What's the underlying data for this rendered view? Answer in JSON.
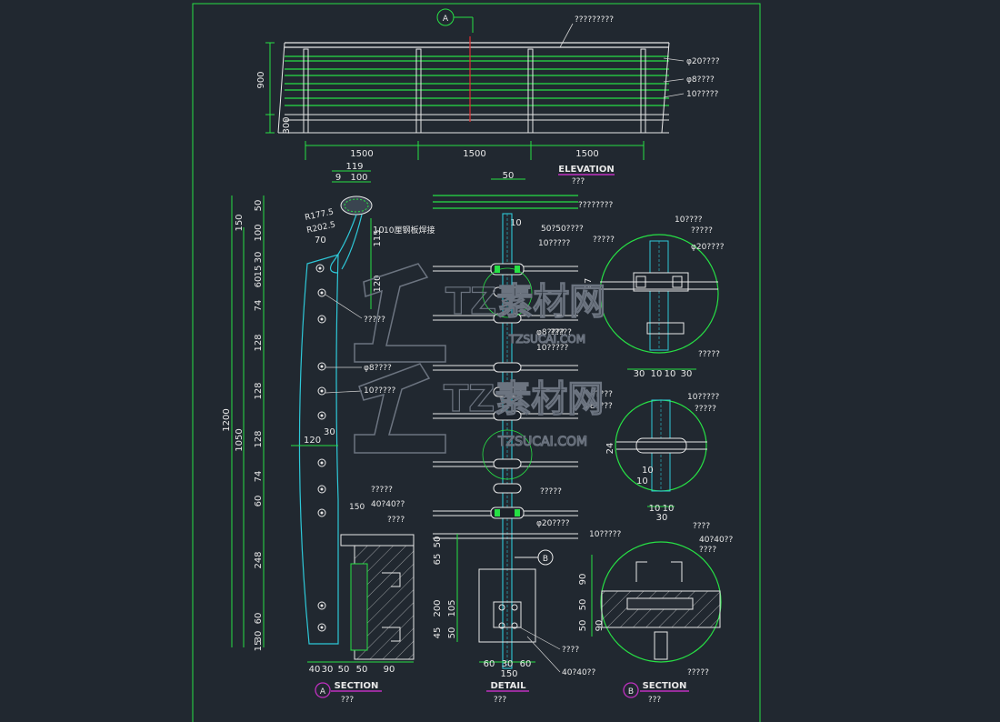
{
  "elevation": {
    "mark": "A",
    "callout_top": "?????????",
    "callout_pipe_20": "φ20????",
    "callout_pipe_8": "φ8????",
    "callout_bar_10": "10?????",
    "dim_900": "900",
    "dim_300": "300",
    "spans": [
      "1500",
      "1500",
      "1500"
    ],
    "title": "ELEVATION",
    "subtitle": "???"
  },
  "section_a": {
    "dim_119": "119",
    "dim_9": "9",
    "dim_100": "100",
    "r1": "R177.5",
    "r2": "R202.5",
    "dim_70": "70",
    "dim_10": "10",
    "note_10": "10厘钢板焊接",
    "dim_115": "115",
    "dim_120v": "120",
    "dim_30": "30",
    "dim_120h": "120",
    "dim_150": "150",
    "left_dims": [
      "150",
      "50",
      "100",
      "30",
      "15",
      "60",
      "74",
      "128",
      "128",
      "128",
      "74",
      "60",
      "248",
      "60",
      "30",
      "15"
    ],
    "total_1200": "1200",
    "total_1050": "1050",
    "bottom_dims": [
      "40",
      "30",
      "50",
      "50",
      "90"
    ],
    "call_post": "?????",
    "call_phi8": "φ8????",
    "call_bar10": "10?????",
    "call_bolt": "?????",
    "call_angle": "40?40??",
    "call_plate": "????",
    "mark": "A",
    "title": "SECTION",
    "subtitle": "???"
  },
  "detail": {
    "dim_50": "50",
    "call_top": "????????",
    "dim_10": "10",
    "call_tube": "50?50????",
    "call_bar": "10?????",
    "call_b": "?????",
    "call_phi8": "φ8????",
    "call_bar2": "10?????",
    "call_bolt": "?????",
    "call_phi20": "φ20????",
    "call_bar3": "10?????",
    "mark_b": "B",
    "left_dims": [
      "50",
      "65",
      "200",
      "105",
      "45",
      "50"
    ],
    "bottom_dims": [
      "60",
      "30",
      "60"
    ],
    "total_150": "150",
    "call_plate": "????",
    "call_angle": "40?40??",
    "title": "DETAIL",
    "subtitle": "???"
  },
  "circle1": {
    "c1": "10????",
    "c2": "?????",
    "c3": "φ20????",
    "c4": "?????",
    "c5": "?????",
    "dim_27": "27",
    "bottom": [
      "30",
      "10",
      "10",
      "30"
    ]
  },
  "circle2": {
    "c1": "10?????",
    "c2": "?????",
    "c3": "?????",
    "c4": "φ8????",
    "dim_24": "24",
    "dim_1010": "10",
    "dim_10b": "10",
    "bottom": [
      "10",
      "10",
      "30"
    ]
  },
  "section_b": {
    "c1": "????",
    "c2": "40?40??",
    "c3": "????",
    "dims": [
      "90",
      "50",
      "50",
      "90"
    ],
    "c4": "?????",
    "mark": "B",
    "title": "SECTION",
    "subtitle": "???"
  },
  "watermark": {
    "brand": "TZ素材网",
    "url": "TZSUCAI.COM"
  }
}
